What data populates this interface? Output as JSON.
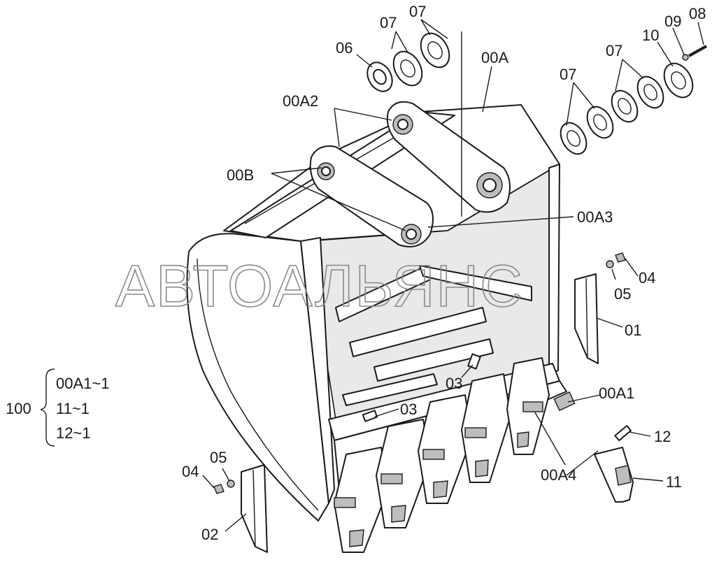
{
  "watermark": "АВТОАЛЬЯНС",
  "labels": {
    "l07a": "07",
    "l07b": "07",
    "l06": "06",
    "l00A": "00A",
    "l10": "10",
    "l09": "09",
    "l08": "08",
    "l07c": "07",
    "l07d": "07",
    "l00A2": "00A2",
    "l00B": "00B",
    "l00A3": "00A3",
    "l04r": "04",
    "l05r": "05",
    "l01": "01",
    "l03a": "03",
    "l00A1": "00A1",
    "l03b": "03",
    "l12": "12",
    "l11": "11",
    "l00A4": "00A4",
    "l04l": "04",
    "l05l": "05",
    "l02": "02"
  },
  "kit": {
    "number": "100",
    "items": [
      "00A1~1",
      "11~1",
      "12~1"
    ]
  }
}
